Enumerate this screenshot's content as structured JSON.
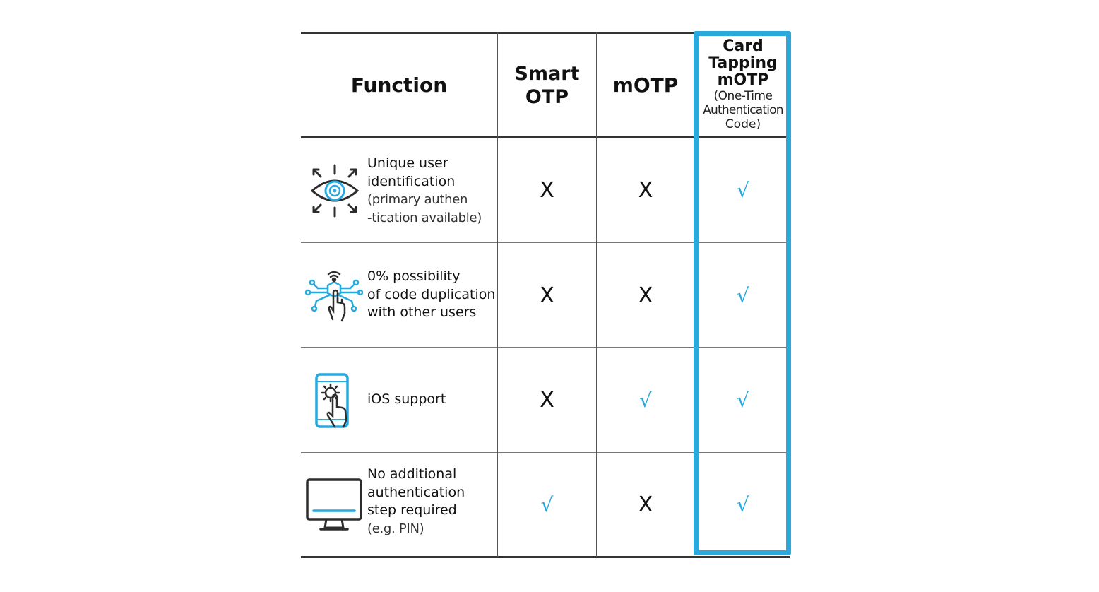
{
  "header": {
    "function": "Function",
    "smart_otp": [
      "Smart",
      "OTP"
    ],
    "motp": "mOTP",
    "card_tapping": [
      "Card",
      "Tapping",
      "mOTP"
    ],
    "card_tapping_sub": [
      "(One-Time",
      "Authentication",
      "Code)"
    ]
  },
  "rows": [
    {
      "icon": "eye-scan-icon",
      "label": [
        "Unique user",
        "identification"
      ],
      "sub": [
        "(primary authen",
        "-tication available)"
      ],
      "smart_otp": "X",
      "motp": "X",
      "card_tapping": "√"
    },
    {
      "icon": "touch-network-icon",
      "label": [
        "0% possibility",
        "of code duplication",
        "with other users"
      ],
      "sub": [],
      "smart_otp": "X",
      "motp": "X",
      "card_tapping": "√"
    },
    {
      "icon": "phone-touch-icon",
      "label": [
        "iOS support"
      ],
      "sub": [],
      "smart_otp": "X",
      "motp": "√",
      "card_tapping": "√"
    },
    {
      "icon": "monitor-icon",
      "label": [
        "No additional",
        "authentication",
        "step required"
      ],
      "sub": [
        "(e.g. PIN)"
      ],
      "smart_otp": "√",
      "motp": "X",
      "card_tapping": "√"
    }
  ],
  "colors": {
    "accent": "#2aa9dd",
    "check": "#27a8df",
    "text": "#111111"
  }
}
